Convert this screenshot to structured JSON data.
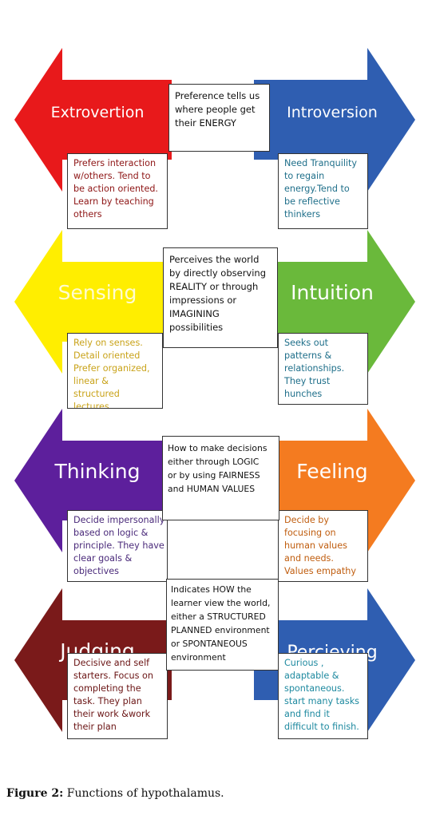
{
  "rows": [
    {
      "left": {
        "label": "Extrovertion",
        "color": "#e8191b",
        "text_color": "#ffffff",
        "desc": [
          "Prefers  interaction",
          "w/others. Tend to",
          "be action oriented.",
          "Learn by teaching",
          "others"
        ],
        "desc_color": "#8e1616"
      },
      "right": {
        "label": "Introversion",
        "color": "#2f5eb1",
        "text_color": "#ffffff",
        "desc": [
          "Need Tranquility",
          "to regain",
          "energy.Tend to",
          "be reflective",
          "thinkers"
        ],
        "desc_color": "#1f6f8a"
      },
      "center": [
        "Preference tells us",
        "where people get",
        "their ENERGY"
      ]
    },
    {
      "left": {
        "label": "Sensing",
        "color": "#ffee00",
        "text_color": "#fffbd0",
        "desc": [
          "Rely on senses.",
          "Detail oriented",
          "Prefer organized,",
          "linear &",
          "structured",
          "lectures"
        ],
        "desc_color": "#c9a31a"
      },
      "right": {
        "label": "Intuition",
        "color": "#6ab93b",
        "text_color": "#ffffff",
        "desc": [
          "Seeks out",
          "patterns &",
          "relationships.",
          "They trust",
          "hunches"
        ],
        "desc_color": "#1f6f8a"
      },
      "center": [
        "Perceives the world",
        "by directly observing",
        "REALITY or through",
        "impressions or",
        "IMAGINING",
        "possibilities"
      ]
    },
    {
      "left": {
        "label": "Thinking",
        "color": "#5d1f9c",
        "text_color": "#ffffff",
        "desc": [
          "Decide impersonally",
          "based on logic &",
          "principle. They have",
          "clear goals &",
          "objectives"
        ],
        "desc_color": "#4a2a7a"
      },
      "right": {
        "label": "Feeling",
        "color": "#f47b20",
        "text_color": "#ffffff",
        "desc": [
          "Decide by",
          "focusing on",
          "human values",
          "and needs.",
          "Values empathy"
        ],
        "desc_color": "#c05e10"
      },
      "center": [
        "How to make decisions",
        "either through LOGIC",
        "or by using FAIRNESS",
        "and HUMAN VALUES"
      ]
    },
    {
      "left": {
        "label": "Judging",
        "color": "#7a1a1a",
        "text_color": "#ffffff",
        "desc": [
          "Decisive and self",
          "starters. Focus on",
          "completing the",
          "task. They plan",
          "their work &work",
          "their plan"
        ],
        "desc_color": "#6a1414"
      },
      "right": {
        "label": "Percieving",
        "color": "#2f5eb1",
        "text_color": "#ffffff",
        "desc": [
          "Curious ,",
          "adaptable &",
          "spontaneous.",
          "start many tasks",
          "and find it",
          "difficult to finish."
        ],
        "desc_color": "#1f8aa0"
      },
      "center": [
        "Indicates HOW the",
        "learner view the world,",
        "either a STRUCTURED",
        "PLANNED environment",
        "or SPONTANEOUS",
        "environment"
      ]
    }
  ],
  "caption": {
    "prefix": "Figure 2:",
    "text": " Functions of hypothalamus."
  }
}
